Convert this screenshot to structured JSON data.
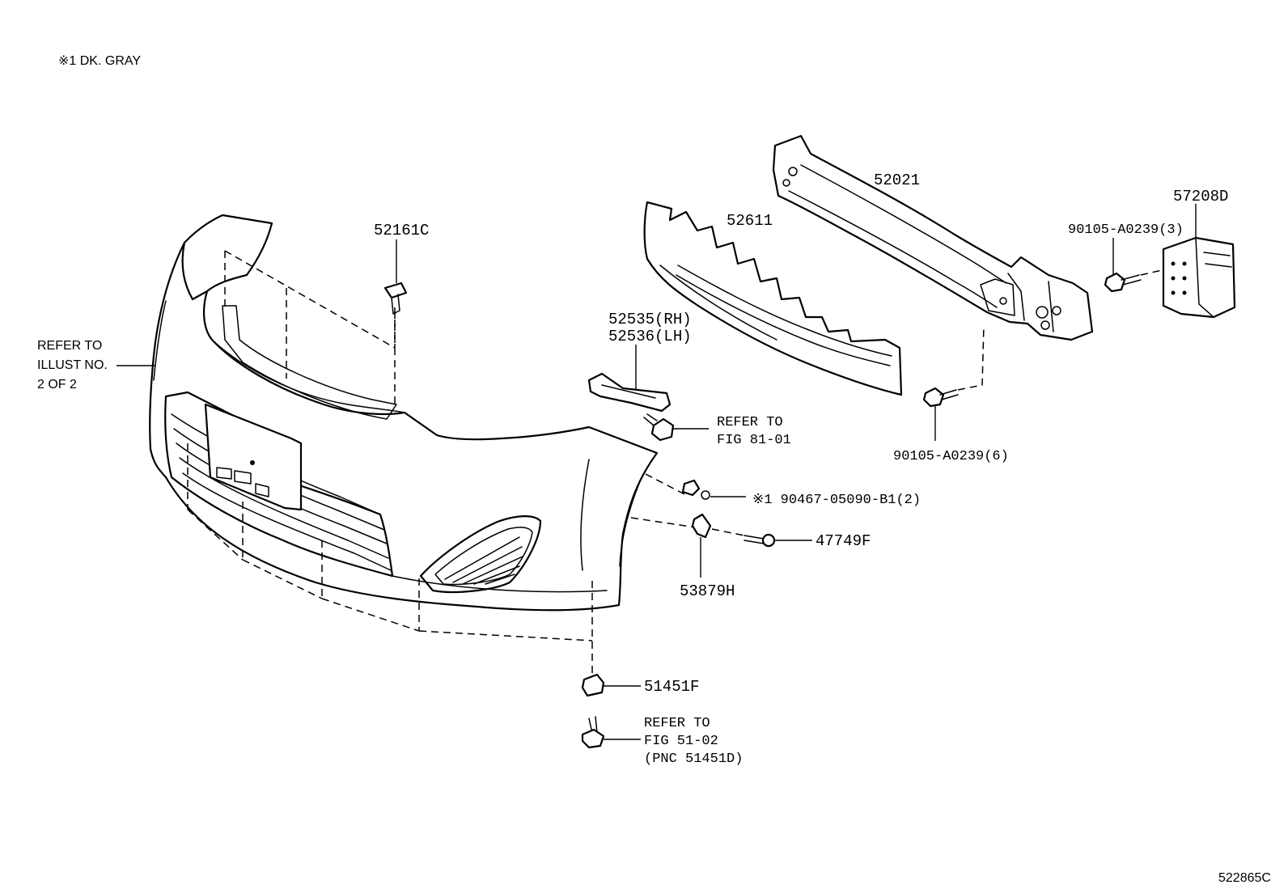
{
  "note": "※1 DK. GRAY",
  "illustration_id": "522865C",
  "labels": {
    "p52161C": "52161C",
    "p52611": "52611",
    "p52021": "52021",
    "p57208D": "57208D",
    "p90105_3": "90105-A0239(3)",
    "p52535": "52535(RH)",
    "p52536": "52536(LH)",
    "refer_81_a": "REFER TO",
    "refer_81_b": "FIG 81-01",
    "p90105_6": "90105-A0239(6)",
    "p90467": "※1 90467-05090-B1(2)",
    "p47749F": "47749F",
    "p53879H": "53879H",
    "p51451F": "51451F",
    "refer_51_a": "REFER TO",
    "refer_51_b": "FIG 51-02",
    "refer_51_c": "(PNC 51451D)",
    "refer_illust_a": "REFER TO",
    "refer_illust_b": "ILLUST NO.",
    "refer_illust_c": "2 OF 2"
  }
}
